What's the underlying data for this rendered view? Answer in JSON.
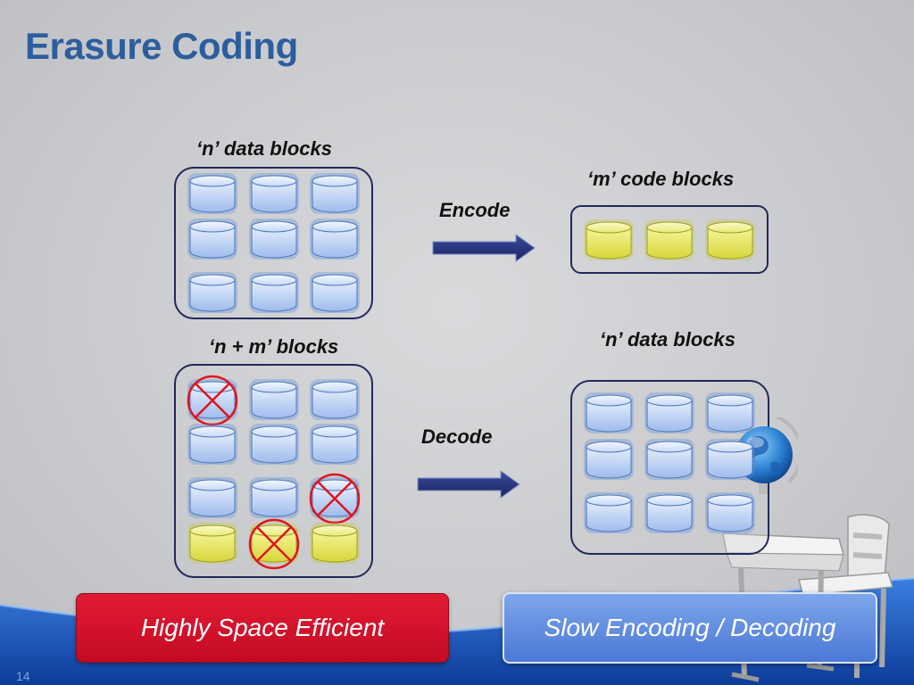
{
  "slide": {
    "title": "Erasure Coding",
    "number": "14"
  },
  "labels": {
    "n_data_top": "‘n’ data blocks",
    "m_code": "‘m’ code blocks",
    "encode": "Encode",
    "n_plus_m": "‘n + m’ blocks",
    "n_data_bottom": "‘n’ data blocks",
    "decode": "Decode"
  },
  "callouts": {
    "left": "Highly Space Efficient",
    "right": "Slow Encoding / Decoding"
  },
  "colors": {
    "title": "#2c5e9e",
    "data_block": "#b7cdf2",
    "code_block": "#e3e35a",
    "erased_mark": "#e0141e",
    "callout_left": "#d0142a",
    "callout_right": "#5b86dc"
  },
  "icons": [
    "globe-icon",
    "school-desk-icon"
  ]
}
